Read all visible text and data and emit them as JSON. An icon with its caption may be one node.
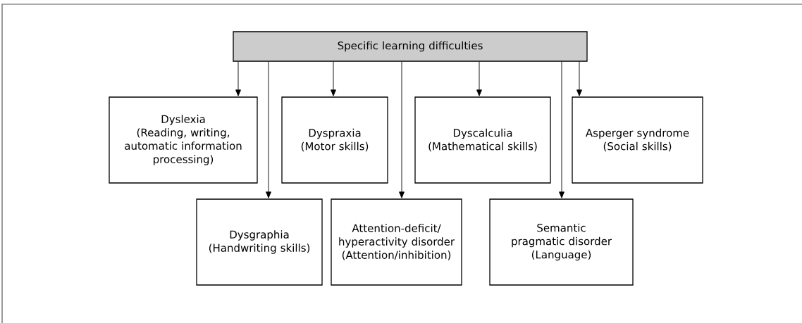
{
  "diagram": {
    "nodes": [
      {
        "text": [
          "Specific learning difficulties"
        ]
      },
      {
        "text": [
          "Dyslexia",
          "(Reading, writing, automatic information processing)"
        ]
      },
      {
        "text": [
          "Dyspraxia",
          "(Motor skills)"
        ]
      },
      {
        "text": [
          "Dyscalculia",
          "(Mathematical skills)"
        ]
      },
      {
        "text": [
          "Asperger syndrome",
          "(Social skills)"
        ]
      },
      {
        "text": [
          "Dysgraphia",
          "(Handwriting skills)"
        ]
      },
      {
        "text": [
          "Attention-deficit/ hyperactivity disorder",
          "(Attention/inhibition)"
        ]
      },
      {
        "text": [
          "Semantic pragmatic disorder",
          "(Language)"
        ]
      }
    ],
    "edges": [
      {
        "from": 0,
        "to": 1,
        "arrow": "to"
      },
      {
        "from": 0,
        "to": 5,
        "arrow": "to"
      },
      {
        "from": 0,
        "to": 2,
        "arrow": "to"
      },
      {
        "from": 0,
        "to": 6,
        "arrow": "to"
      },
      {
        "from": 0,
        "to": 3,
        "arrow": "to"
      },
      {
        "from": 0,
        "to": 7,
        "arrow": "to"
      },
      {
        "from": 0,
        "to": 4,
        "arrow": "to"
      }
    ]
  }
}
